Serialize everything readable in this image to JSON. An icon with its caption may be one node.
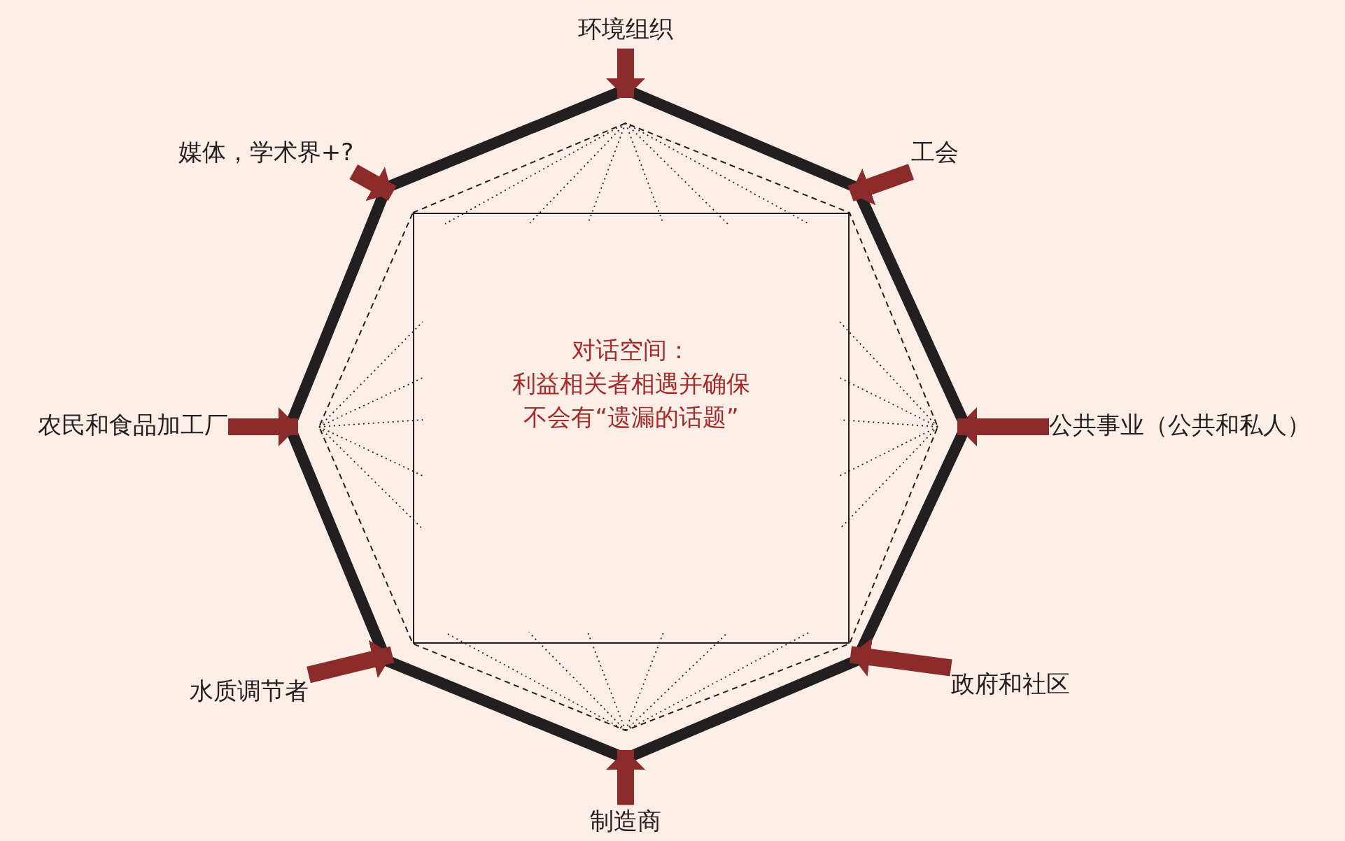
{
  "diagram": {
    "nodes": [
      {
        "text": [],
        "shape": "octagon"
      },
      {
        "text": [
          "对话空间：",
          "利益相关者相遇并确保不会有“遗漏的话题”"
        ],
        "in": 0
      },
      {
        "text": [
          "环境组织"
        ]
      },
      {
        "text": [
          "媒体，学术界+?"
        ]
      },
      {
        "text": [
          "工会"
        ]
      },
      {
        "text": [
          "农民和食品加工厂"
        ]
      },
      {
        "text": [
          "公共事业（公共和私人）"
        ]
      },
      {
        "text": [
          "水质调节者"
        ]
      },
      {
        "text": [
          "政府和社区"
        ]
      },
      {
        "text": [
          "制造商"
        ]
      }
    ],
    "edges": [
      {
        "from": 2,
        "to": 0,
        "arrow": "to"
      },
      {
        "from": 3,
        "to": 0,
        "arrow": "to"
      },
      {
        "from": 4,
        "to": 0,
        "arrow": "to"
      },
      {
        "from": 5,
        "to": 0,
        "arrow": "to"
      },
      {
        "from": 6,
        "to": 0,
        "arrow": "to"
      },
      {
        "from": 7,
        "to": 0,
        "arrow": "to"
      },
      {
        "from": 8,
        "to": 0,
        "arrow": "to"
      },
      {
        "from": 9,
        "to": 0,
        "arrow": "to"
      }
    ]
  }
}
